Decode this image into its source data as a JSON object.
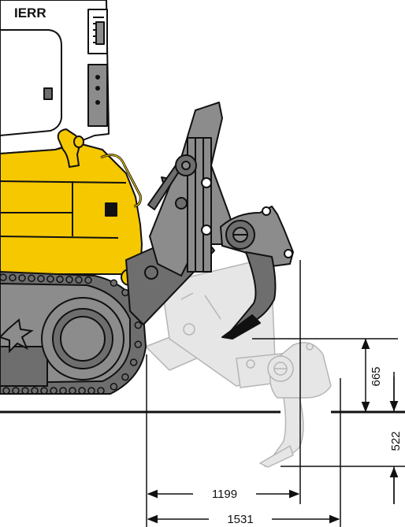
{
  "brand_text": "IERR",
  "dimensions": {
    "lift_height": "665",
    "penetration_depth": "522",
    "reach_raised": "1199",
    "reach_lowered": "1531"
  },
  "colors": {
    "body_yellow": "#f5c800",
    "steel_dark": "#6e6e6e",
    "steel_mid": "#8c8c8c",
    "ghost_grey": "#e6e6e6",
    "ghost_stroke": "#b5b5b5",
    "ink": "#111111"
  }
}
